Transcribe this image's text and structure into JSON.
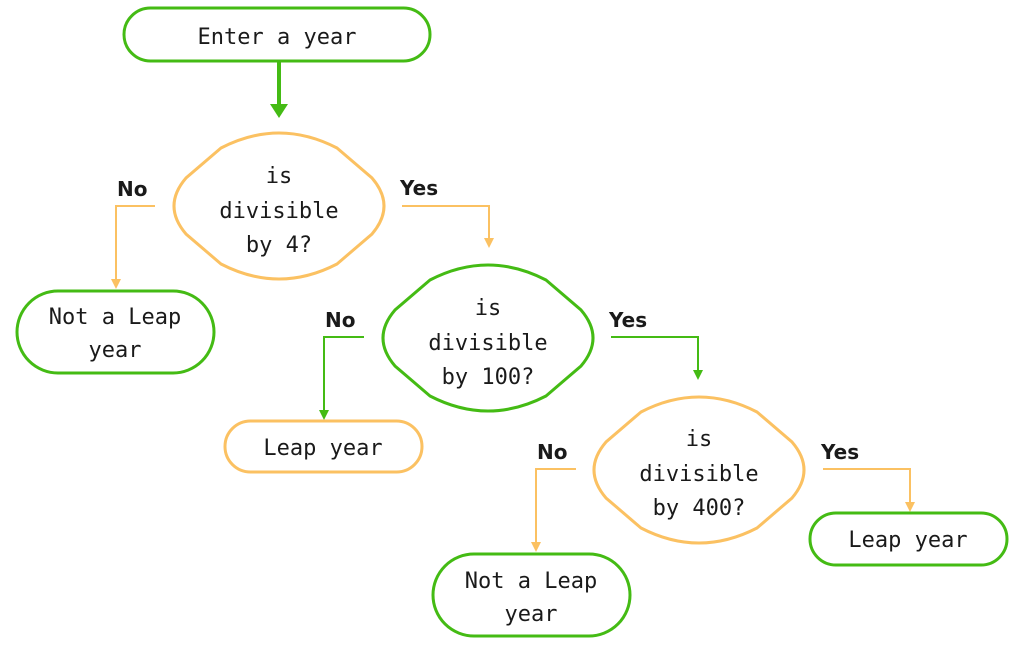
{
  "colors": {
    "green": "#44bb14",
    "orange": "#fbc162",
    "background": "#ffffff",
    "text": "#1a1a1a"
  },
  "nodes": {
    "start": {
      "lines": [
        "Enter a year"
      ],
      "shape": "terminal",
      "color": "green"
    },
    "div4": {
      "lines": [
        "is",
        "divisible",
        "by 4?"
      ],
      "shape": "decision",
      "color": "orange"
    },
    "not_leap_1": {
      "lines": [
        "Not a Leap",
        "year"
      ],
      "shape": "terminal",
      "color": "green"
    },
    "div100": {
      "lines": [
        "is",
        "divisible",
        "by 100?"
      ],
      "shape": "decision",
      "color": "green"
    },
    "leap_1": {
      "lines": [
        "Leap year"
      ],
      "shape": "terminal",
      "color": "orange"
    },
    "div400": {
      "lines": [
        "is",
        "divisible",
        "by 400?"
      ],
      "shape": "decision",
      "color": "orange"
    },
    "not_leap_2": {
      "lines": [
        "Not a Leap",
        "year"
      ],
      "shape": "terminal",
      "color": "green"
    },
    "leap_2": {
      "lines": [
        "Leap year"
      ],
      "shape": "terminal",
      "color": "green"
    }
  },
  "edges": [
    {
      "from": "start",
      "to": "div4",
      "label": "",
      "color": "green"
    },
    {
      "from": "div4",
      "to": "not_leap_1",
      "label": "No",
      "color": "orange"
    },
    {
      "from": "div4",
      "to": "div100",
      "label": "Yes",
      "color": "orange"
    },
    {
      "from": "div100",
      "to": "leap_1",
      "label": "No",
      "color": "green"
    },
    {
      "from": "div100",
      "to": "div400",
      "label": "Yes",
      "color": "green"
    },
    {
      "from": "div400",
      "to": "not_leap_2",
      "label": "No",
      "color": "orange"
    },
    {
      "from": "div400",
      "to": "leap_2",
      "label": "Yes",
      "color": "orange"
    }
  ]
}
